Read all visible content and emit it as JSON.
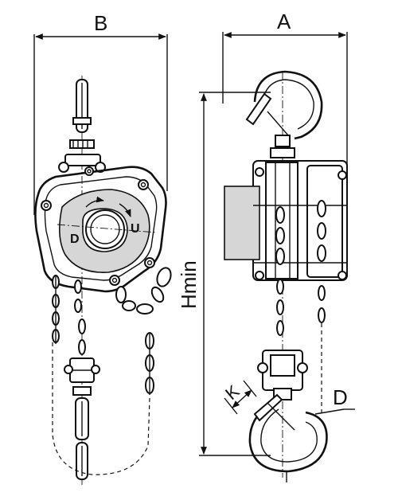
{
  "labels": {
    "B": "B",
    "A": "A",
    "Hmin": "Hmin",
    "D": "D",
    "K": "K",
    "dial_up": "U",
    "dial_down": "D"
  }
}
